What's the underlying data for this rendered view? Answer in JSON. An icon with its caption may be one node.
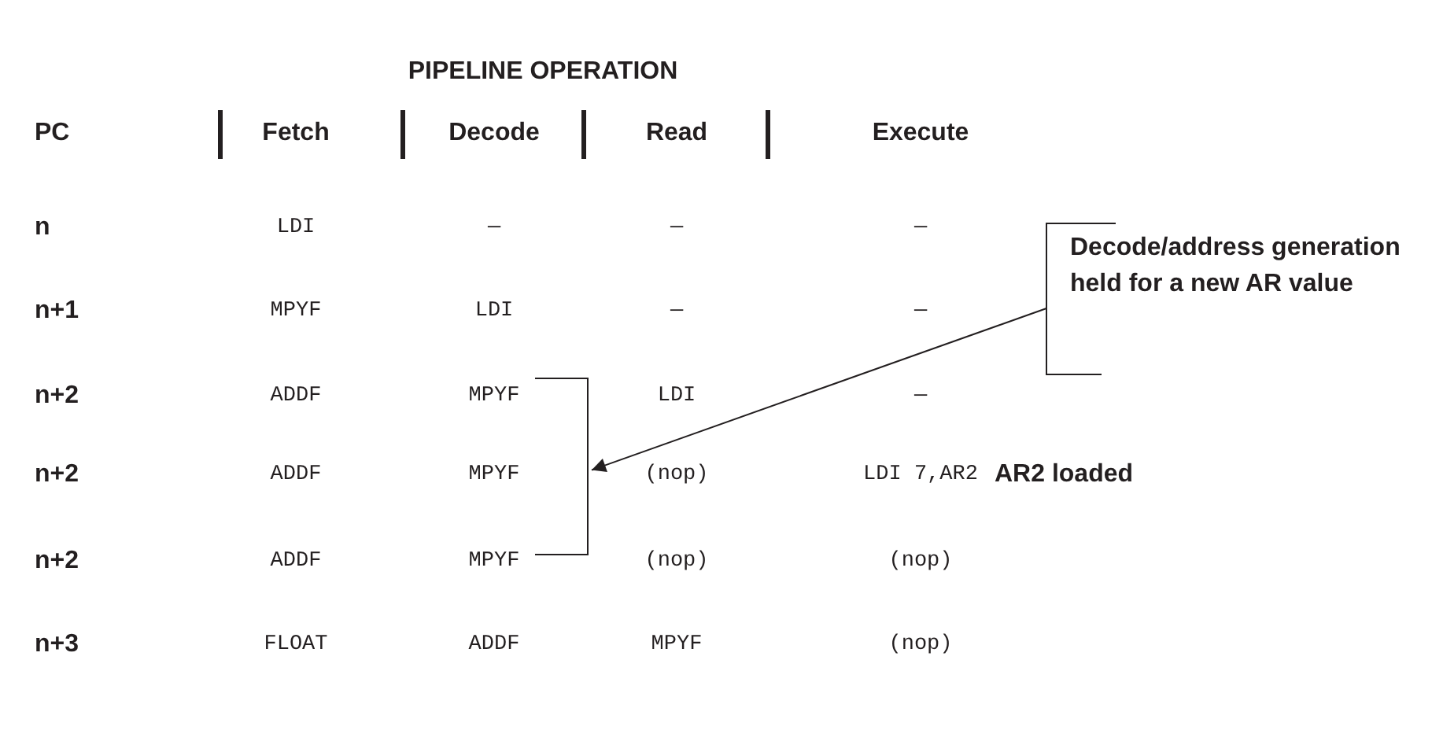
{
  "diagram": {
    "title": "PIPELINE OPERATION",
    "nodes": [
      {
        "text": [
          "Decode/address generation held for a new AR value"
        ]
      },
      {
        "text": [],
        "shape": "bracket"
      }
    ],
    "edges": [
      {
        "from": 0,
        "to": 1,
        "arrow": "to"
      }
    ],
    "labels": [
      "PC",
      "Fetch",
      "Decode",
      "Read",
      "Execute",
      "n",
      "LDI",
      "—",
      "—",
      "—",
      "n+1",
      "MPYF",
      "LDI",
      "—",
      "—",
      "n+2",
      "ADDF",
      "MPYF",
      "LDI",
      "—",
      "n+2",
      "ADDF",
      "MPYF",
      "(nop)",
      "LDI 7,AR2",
      "AR2 loaded",
      "n+2",
      "ADDF",
      "MPYF",
      "(nop)",
      "(nop)",
      "n+3",
      "FLOAT",
      "ADDF",
      "MPYF",
      "(nop)"
    ]
  }
}
